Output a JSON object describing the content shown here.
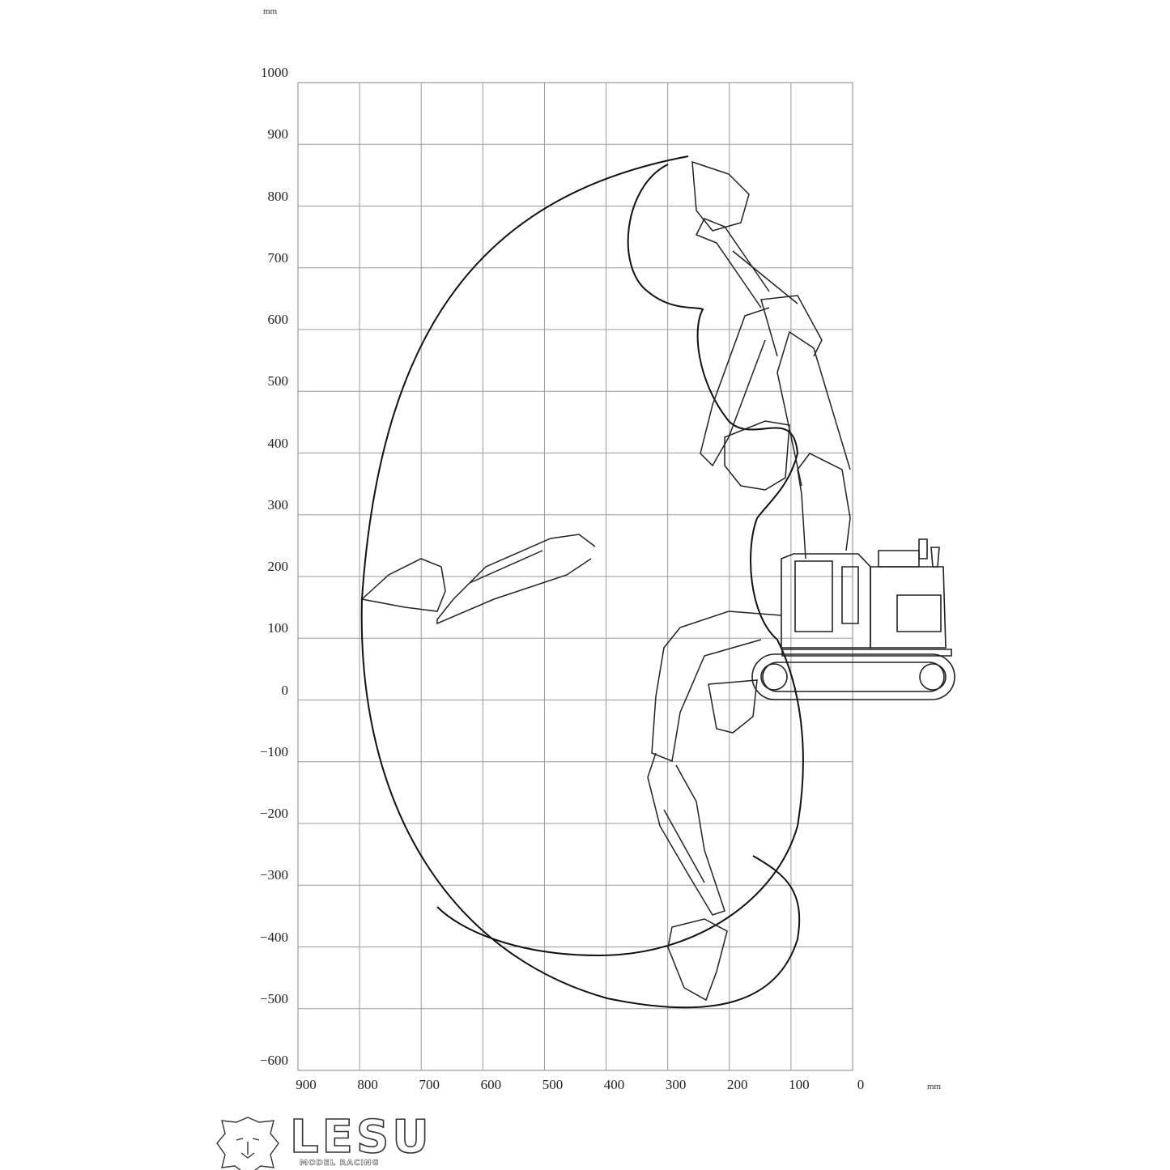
{
  "diagram": {
    "y_unit": "mm",
    "x_unit": "mm",
    "y_ticks": [
      "1000",
      "900",
      "800",
      "700",
      "600",
      "500",
      "400",
      "300",
      "200",
      "100",
      "0",
      "−100",
      "−200",
      "−300",
      "−400",
      "−500",
      "−600"
    ],
    "x_ticks": [
      "900",
      "800",
      "700",
      "600",
      "500",
      "400",
      "300",
      "200",
      "100",
      "0"
    ],
    "y_range": [
      -600,
      1000
    ],
    "x_range": [
      900,
      0
    ],
    "grid": true
  },
  "logo": {
    "name": "LESU",
    "tagline": "MODEL RACING",
    "icon": "lion-head-icon"
  },
  "colors": {
    "line": "#111111",
    "grid": "#9a9a9a",
    "background": "#ffffff"
  }
}
